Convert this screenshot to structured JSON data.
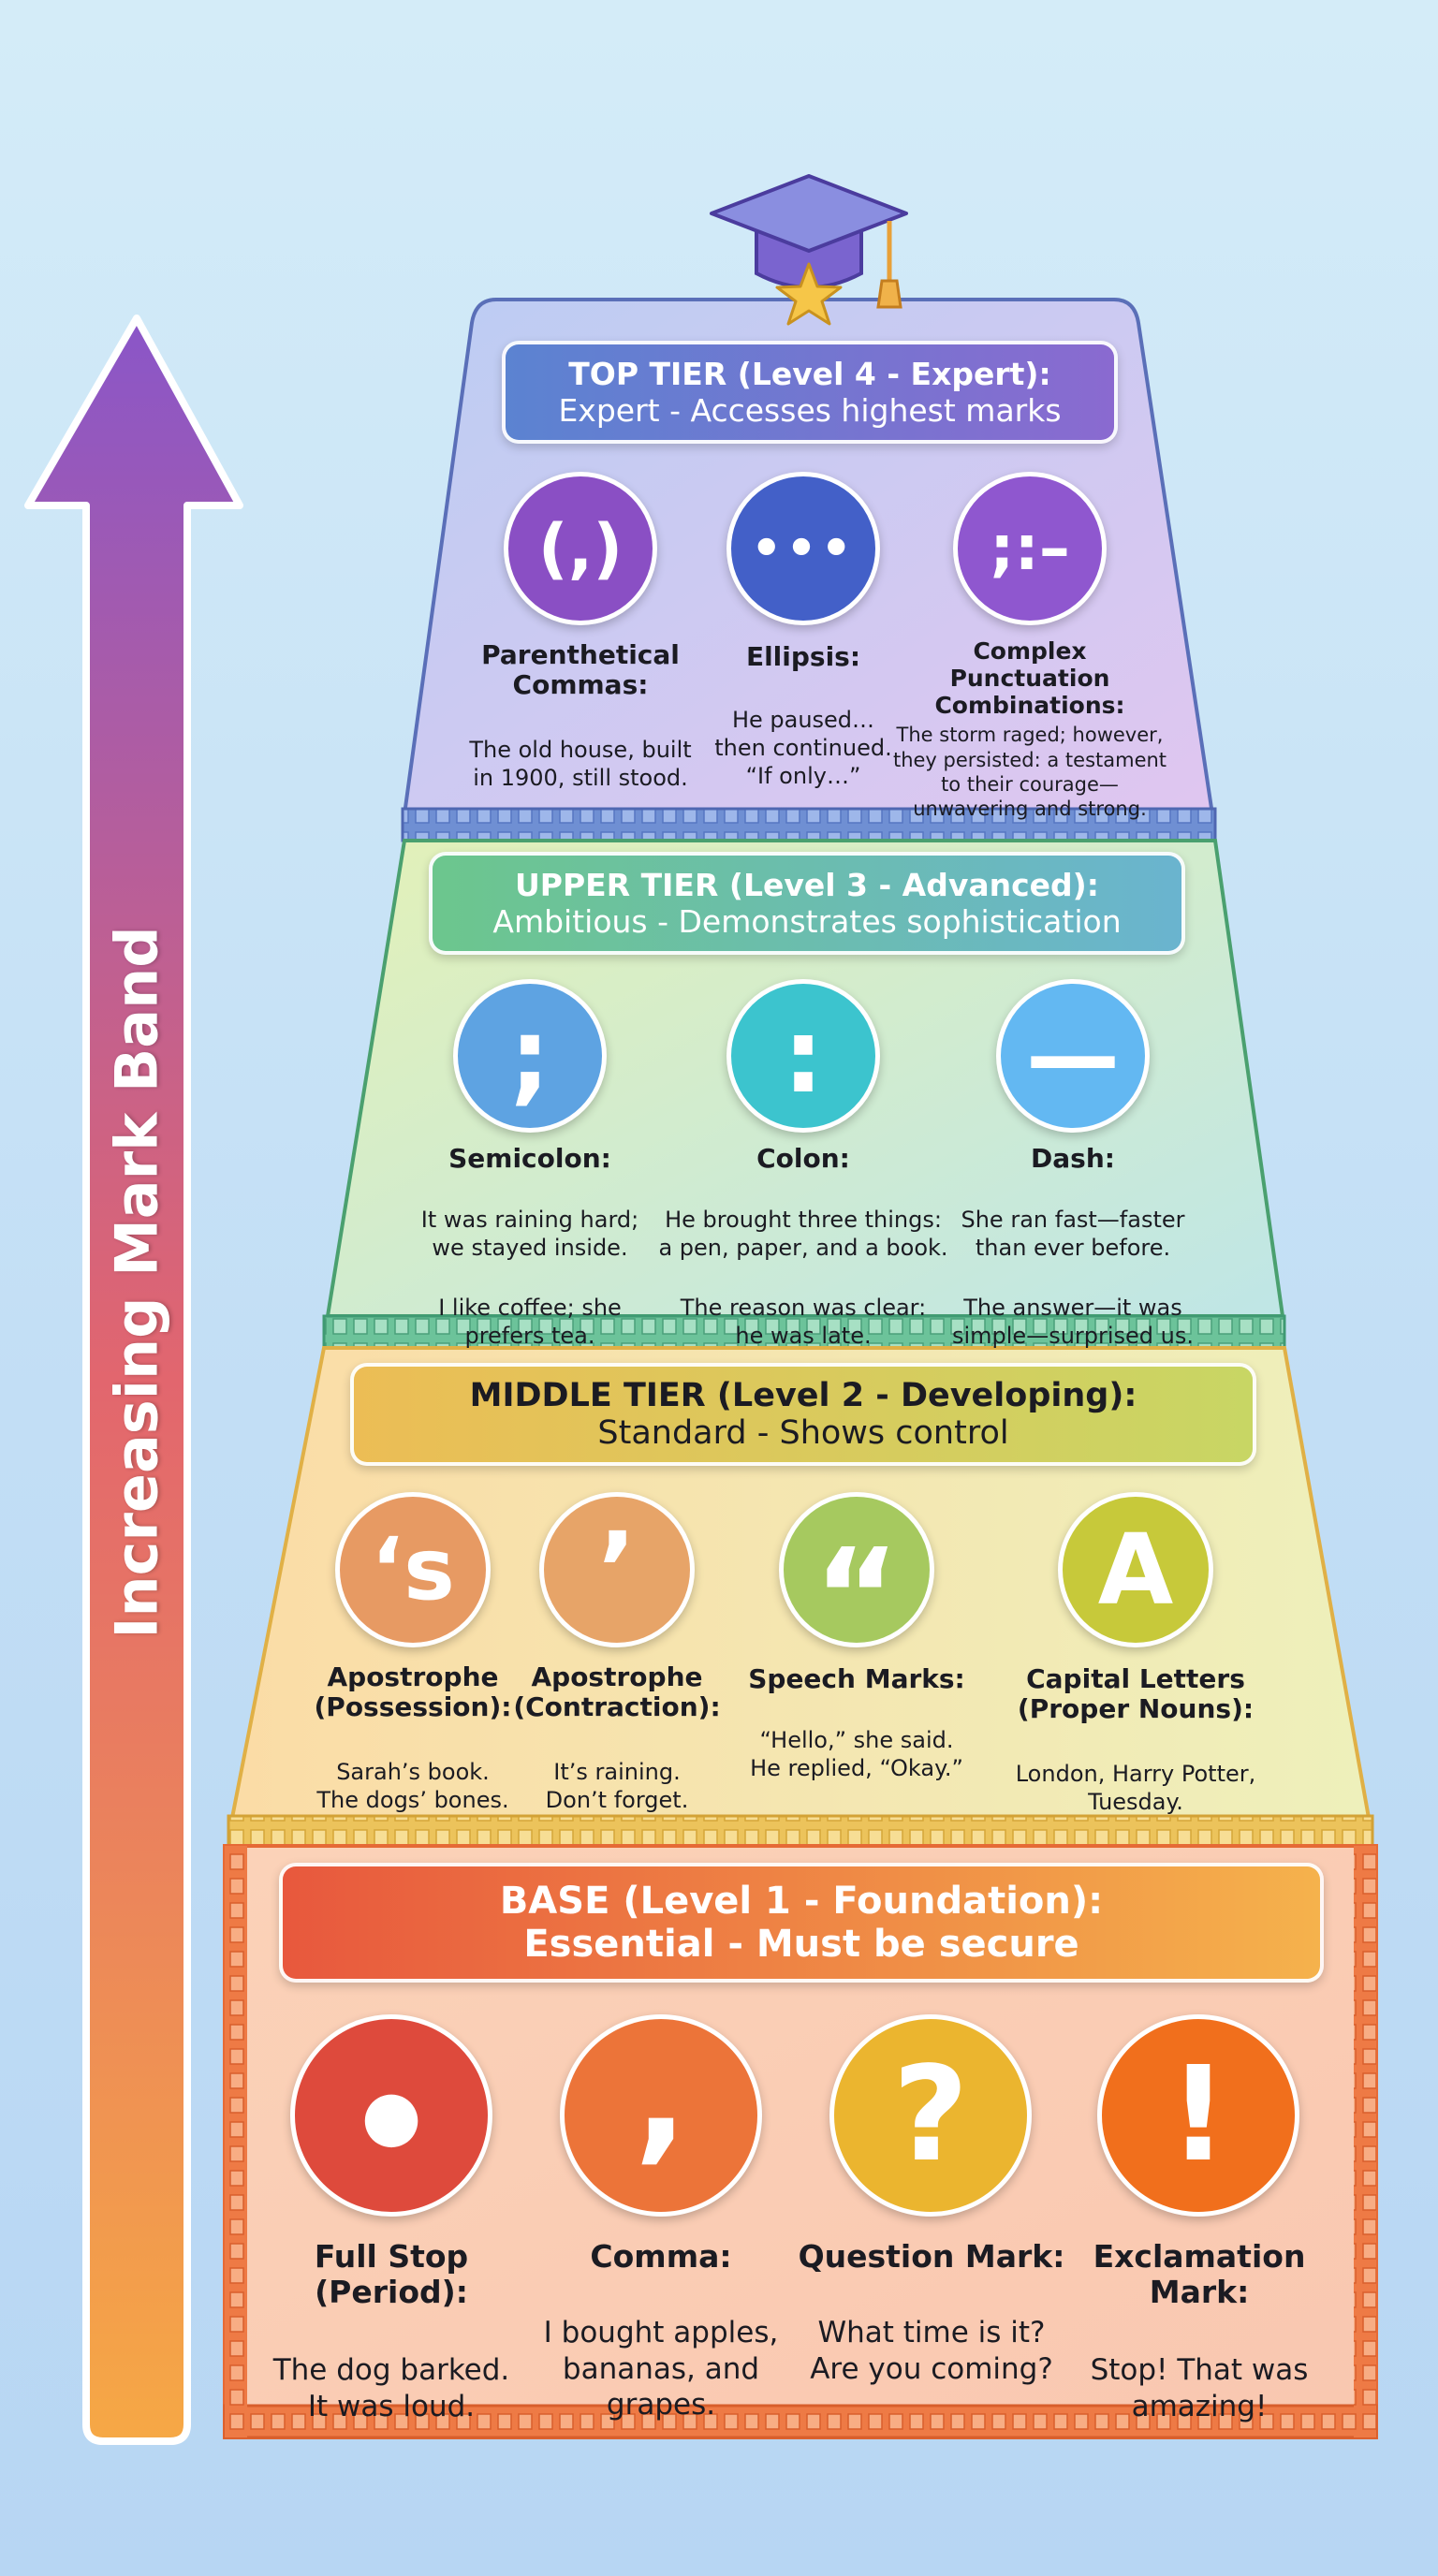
{
  "arrow_label": "Increasing Mark Band",
  "tiers": {
    "top": {
      "title_line1": "TOP TIER (Level 4 - Expert):",
      "title_line2": "Expert - Accesses highest marks",
      "items": [
        {
          "icon": "parentheses-comma-icon",
          "glyph": "(,)",
          "name": "Parenthetical\nCommas:",
          "examples": [
            "The old house, built\nin 1900, still stood."
          ]
        },
        {
          "icon": "ellipsis-icon",
          "glyph": "•••",
          "name": "Ellipsis:",
          "examples": [
            "He paused…\nthen continued.\n“If only…”"
          ]
        },
        {
          "icon": "semicolon-colon-dash-icon",
          "glyph": ";:–",
          "name": "Complex Punctuation\nCombinations:",
          "examples": [
            "The storm raged; however,\nthey persisted: a testament\nto their courage—\nunwavering and strong."
          ]
        }
      ]
    },
    "upper": {
      "title_line1": "UPPER TIER (Level 3 - Advanced):",
      "title_line2": "Ambitious - Demonstrates sophistication",
      "items": [
        {
          "icon": "semicolon-icon",
          "glyph": ";",
          "name": "Semicolon:",
          "examples": [
            "It was raining hard;\nwe stayed inside.",
            "I like coffee; she\nprefers tea."
          ]
        },
        {
          "icon": "colon-icon",
          "glyph": ":",
          "name": "Colon:",
          "examples": [
            "He brought three things:\na pen, paper, and a book.",
            "The reason was clear:\nhe was late."
          ]
        },
        {
          "icon": "dash-icon",
          "glyph": "—",
          "name": "Dash:",
          "examples": [
            "She ran fast—faster\nthan ever before.",
            "The answer—it was\nsimple—surprised us."
          ]
        }
      ]
    },
    "middle": {
      "title_line1": "MIDDLE TIER (Level 2 - Developing):",
      "title_line2": "Standard - Shows control",
      "items": [
        {
          "icon": "apostrophe-s-icon",
          "glyph": "‘s",
          "name": "Apostrophe\n(Possession):",
          "examples": [
            "Sarah’s book.\nThe dogs’ bones."
          ]
        },
        {
          "icon": "apostrophe-icon",
          "glyph": "’",
          "name": "Apostrophe\n(Contraction):",
          "examples": [
            "It’s raining.\nDon’t forget."
          ]
        },
        {
          "icon": "speech-marks-icon",
          "glyph": "“",
          "name": "Speech Marks:",
          "examples": [
            "“Hello,” she said.\nHe replied, “Okay.”"
          ]
        },
        {
          "icon": "capital-letter-icon",
          "glyph": "A",
          "name": "Capital Letters\n(Proper Nouns):",
          "examples": [
            "London, Harry Potter,\nTuesday."
          ]
        }
      ]
    },
    "base": {
      "title_line1": "BASE (Level 1 - Foundation):",
      "title_line2": "Essential - Must be secure",
      "items": [
        {
          "icon": "full-stop-icon",
          "glyph": "●",
          "name": "Full Stop\n(Period):",
          "examples": [
            "The dog barked.\nIt was loud."
          ]
        },
        {
          "icon": "comma-icon",
          "glyph": ",",
          "name": "Comma:",
          "examples": [
            "I bought apples,\nbananas, and\ngrapes."
          ]
        },
        {
          "icon": "question-mark-icon",
          "glyph": "?",
          "name": "Question Mark:",
          "examples": [
            "What time is it?\nAre you coming?"
          ]
        },
        {
          "icon": "exclamation-mark-icon",
          "glyph": "!",
          "name": "Exclamation\nMark:",
          "examples": [
            "Stop! That was\namazing!"
          ]
        }
      ]
    }
  },
  "colors": {
    "top_title": "#5a7fd0",
    "upper_title": "#5fbf8a",
    "middle_title": "#e9c24f",
    "base_title": "#ea6142",
    "arrow_top": "#8a56c8",
    "arrow_bottom": "#f6a845"
  }
}
